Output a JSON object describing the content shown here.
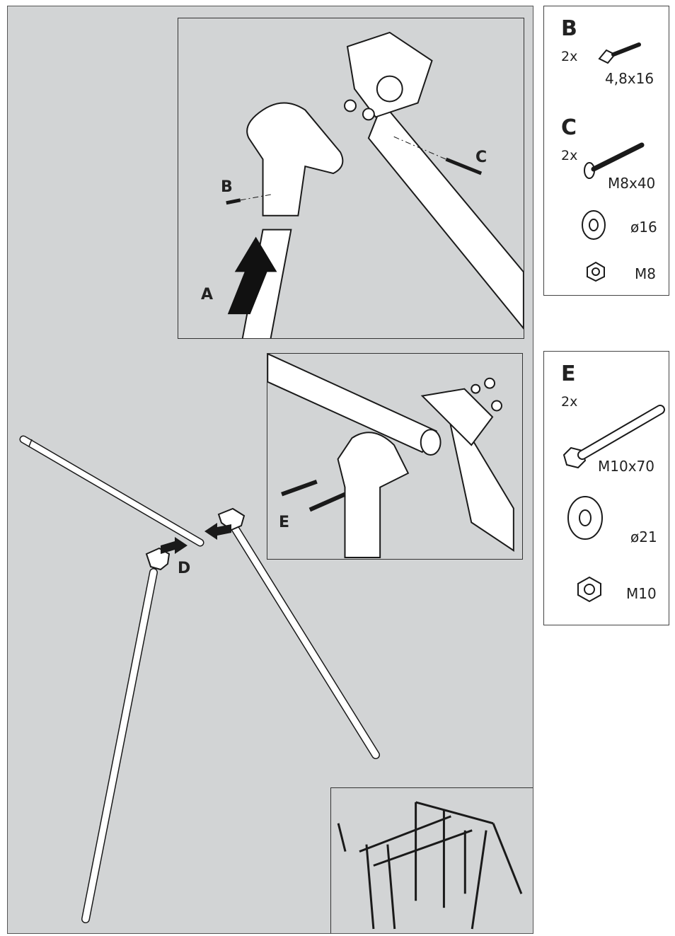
{
  "step_labels": {
    "a": "A",
    "b": "B",
    "c": "C",
    "d": "D",
    "e": "E"
  },
  "parts_panel_1": {
    "b": {
      "letter": "B",
      "qty": "2x",
      "spec": "4,8x16"
    },
    "c": {
      "letter": "C",
      "qty": "2x",
      "spec": "M8x40"
    },
    "washer": {
      "spec": "ø16"
    },
    "nut": {
      "spec": "M8"
    }
  },
  "parts_panel_2": {
    "e": {
      "letter": "E",
      "qty": "2x",
      "spec": "M10x70"
    },
    "washer": {
      "spec": "ø21"
    },
    "nut": {
      "spec": "M10"
    }
  },
  "icons": [
    "screw-icon",
    "bolt-icon",
    "washer-icon",
    "nut-icon",
    "arrow-icon",
    "playground-icon"
  ],
  "colors": {
    "panel_bg": "#d2d4d5",
    "line": "#1a1a1a",
    "paper": "#ffffff"
  }
}
